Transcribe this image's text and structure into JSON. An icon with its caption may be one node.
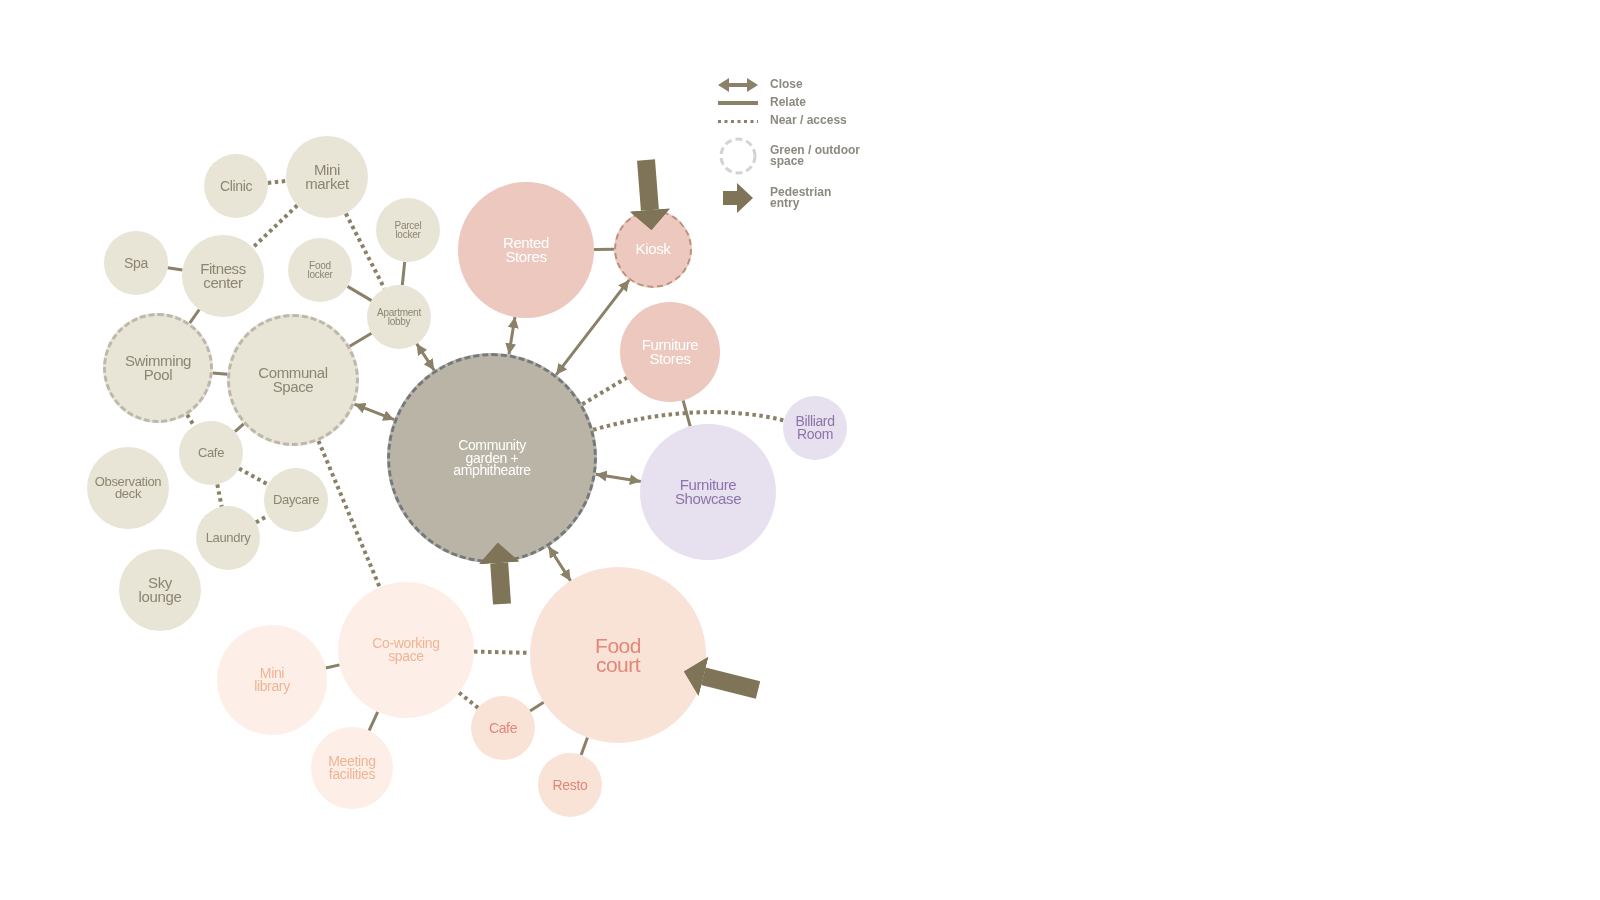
{
  "diagram": {
    "nodes": [
      {
        "text": [
          "Clinic"
        ]
      },
      {
        "text": [
          "Mini market"
        ]
      },
      {
        "text": [
          "Parcel locker"
        ]
      },
      {
        "text": [
          "Rented Stores"
        ]
      },
      {
        "text": [
          "Kiosk"
        ]
      },
      {
        "text": [
          "Spa"
        ]
      },
      {
        "text": [
          "Food locker"
        ]
      },
      {
        "text": [
          "Fitness center"
        ]
      },
      {
        "text": [
          "Apartment lobby"
        ]
      },
      {
        "text": [
          "Furniture Stores"
        ]
      },
      {
        "text": [
          "Swimming Pool"
        ]
      },
      {
        "text": [
          "Communal Space"
        ]
      },
      {
        "text": [
          "Community garden + amphitheatre"
        ]
      },
      {
        "text": [
          "Billiard Room"
        ]
      },
      {
        "text": [
          "Cafe"
        ]
      },
      {
        "text": [
          "Furniture Showcase"
        ]
      },
      {
        "text": [
          "Observation deck"
        ]
      },
      {
        "text": [
          "Daycare"
        ]
      },
      {
        "text": [
          "Laundry"
        ]
      },
      {
        "text": [
          "Sky lounge"
        ]
      },
      {
        "text": [
          "Co-working space"
        ]
      },
      {
        "text": [
          "Food court"
        ]
      },
      {
        "text": [
          "Mini library"
        ]
      },
      {
        "text": [
          "Cafe"
        ]
      },
      {
        "text": [
          "Meeting facilities"
        ]
      },
      {
        "text": [
          "Resto"
        ]
      }
    ],
    "edges": [
      {
        "from": 0,
        "to": 1,
        "arrow": "none",
        "style": "dashed"
      },
      {
        "from": 1,
        "to": 7,
        "arrow": "none",
        "style": "dashed"
      },
      {
        "from": 1,
        "to": 8,
        "arrow": "none",
        "style": "dashed"
      },
      {
        "from": 5,
        "to": 7,
        "arrow": "none"
      },
      {
        "from": 7,
        "to": 10,
        "arrow": "none"
      },
      {
        "from": 2,
        "to": 8,
        "arrow": "none"
      },
      {
        "from": 6,
        "to": 8,
        "arrow": "none"
      },
      {
        "from": 8,
        "to": 11,
        "arrow": "none"
      },
      {
        "from": 10,
        "to": 11,
        "arrow": "none"
      },
      {
        "from": 8,
        "to": 12,
        "arrow": "both"
      },
      {
        "from": 11,
        "to": 12,
        "arrow": "both"
      },
      {
        "from": 10,
        "to": 14,
        "arrow": "none",
        "style": "dashed"
      },
      {
        "from": 11,
        "to": 14,
        "arrow": "none"
      },
      {
        "from": 14,
        "to": 17,
        "arrow": "none",
        "style": "dashed"
      },
      {
        "from": 14,
        "to": 18,
        "arrow": "none",
        "style": "dashed"
      },
      {
        "from": 18,
        "to": 17,
        "arrow": "none",
        "style": "dashed"
      },
      {
        "from": 11,
        "to": 20,
        "arrow": "none",
        "style": "dashed"
      },
      {
        "from": 12,
        "to": 3,
        "arrow": "both"
      },
      {
        "from": 3,
        "to": 4,
        "arrow": "none"
      },
      {
        "from": 12,
        "to": 4,
        "arrow": "both"
      },
      {
        "from": 12,
        "to": 9,
        "arrow": "none",
        "style": "dashed"
      },
      {
        "from": 9,
        "to": 15,
        "arrow": "none"
      },
      {
        "from": 12,
        "to": 13,
        "arrow": "none",
        "style": "dashed"
      },
      {
        "from": 12,
        "to": 15,
        "arrow": "both"
      },
      {
        "from": 12,
        "to": 21,
        "arrow": "both"
      },
      {
        "from": 20,
        "to": 21,
        "arrow": "none",
        "style": "dashed"
      },
      {
        "from": 20,
        "to": 22,
        "arrow": "none"
      },
      {
        "from": 20,
        "to": 24,
        "arrow": "none"
      },
      {
        "from": 20,
        "to": 23,
        "arrow": "none",
        "style": "dashed"
      },
      {
        "from": 23,
        "to": 21,
        "arrow": "none"
      },
      {
        "from": 21,
        "to": 25,
        "arrow": "none"
      },
      {
        "from": null,
        "to": 4,
        "arrow": "to",
        "style": "thick"
      },
      {
        "from": null,
        "to": 12,
        "arrow": "to",
        "style": "thick"
      },
      {
        "from": null,
        "to": 21,
        "arrow": "to",
        "style": "thick"
      }
    ],
    "legend": [
      {
        "text": "Close"
      },
      {
        "text": "Relate"
      },
      {
        "text": "Near / access"
      },
      {
        "text": "Green / outdoor space"
      },
      {
        "text": "Pedestrian entry"
      }
    ]
  }
}
